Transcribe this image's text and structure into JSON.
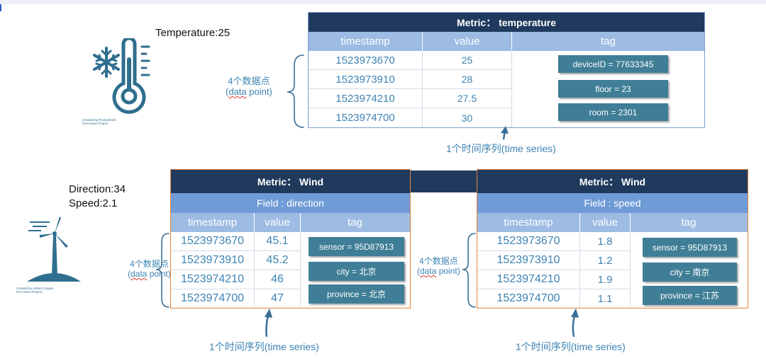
{
  "colors": {
    "metric_header": "#203a5e",
    "field_header": "#6f9bd6",
    "column_header": "#9dbbe3",
    "tag_pill": "#3f7e96",
    "value_text": "#3d83b3",
    "icon_teal": "#2f6e8e",
    "table_border_blue": "#7a9fd1",
    "table_border_orange": "#e8833a"
  },
  "temperature": {
    "reading": "Temperature:25",
    "icon": "thermometer-snowflake-icon",
    "credit_line1": "Created by ProSymbols",
    "credit_line2": "from Noun Project",
    "metric_title": "Metric： temperature",
    "columns": [
      "timestamp",
      "value",
      "tag"
    ],
    "rows": [
      {
        "timestamp": "1523973670",
        "value": "25"
      },
      {
        "timestamp": "1523973910",
        "value": "28"
      },
      {
        "timestamp": "1523974210",
        "value": "27.5"
      },
      {
        "timestamp": "1523974700",
        "value": "30"
      }
    ],
    "tags": [
      "deviceID = 77633345",
      "floor = 23",
      "room = 2301"
    ],
    "data_points_label": {
      "line1": "4个数据点",
      "line2_pre": "(",
      "line2_wavy": "data",
      "line2_post": " point)"
    },
    "time_series_label": "1个时间序列(time series)"
  },
  "wind": {
    "reading_line1": "Direction:34",
    "reading_line2": "Speed:2.1",
    "icon": "wind-turbine-icon",
    "credit_line1": "Created by Adrien Coquet",
    "credit_line2": "from Noun Project",
    "direction": {
      "metric_title": "Metric： Wind",
      "field_title": "Field : direction",
      "columns": [
        "timestamp",
        "value",
        "tag"
      ],
      "rows": [
        {
          "timestamp": "1523973670",
          "value": "45.1"
        },
        {
          "timestamp": "1523973910",
          "value": "45.2"
        },
        {
          "timestamp": "1523974210",
          "value": "46"
        },
        {
          "timestamp": "1523974700",
          "value": "47"
        }
      ],
      "tags": [
        "sensor = 95D87913",
        "city = 北京",
        "province = 北京"
      ],
      "data_points_label": {
        "line1": "4个数据点",
        "line2_pre": "(",
        "line2_wavy": "data",
        "line2_post": " point)"
      },
      "time_series_label": "1个时间序列(time series)"
    },
    "speed": {
      "metric_title": "Metric： Wind",
      "field_title": "Field : speed",
      "columns": [
        "timestamp",
        "value",
        "tag"
      ],
      "rows": [
        {
          "timestamp": "1523973670",
          "value": "1.8"
        },
        {
          "timestamp": "1523973910",
          "value": "1.2"
        },
        {
          "timestamp": "1523974210",
          "value": "1.9"
        },
        {
          "timestamp": "1523974700",
          "value": "1.1"
        }
      ],
      "tags": [
        "sensor = 95D87913",
        "city = 南京",
        "province = 江苏"
      ],
      "data_points_label": {
        "line1": "4个数据点",
        "line2_pre": "(",
        "line2_wavy": "data",
        "line2_post": " point)"
      },
      "time_series_label": "1个时间序列(time series)"
    }
  }
}
